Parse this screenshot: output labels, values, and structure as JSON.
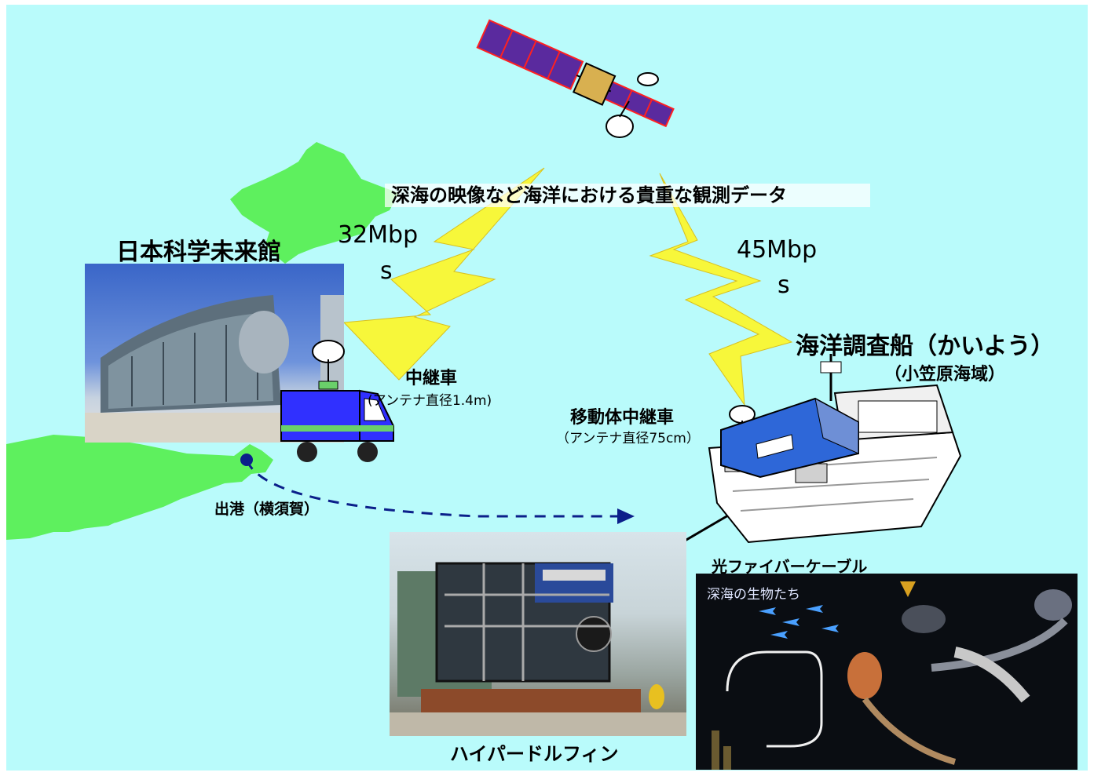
{
  "banner": "深海の映像など海洋における貴重な観測データ",
  "links": {
    "left_rate": "32Mbp",
    "left_rate_suffix": "s",
    "right_rate": "45Mbp",
    "right_rate_suffix": "s"
  },
  "places": {
    "museum": "日本科学未来館",
    "relay_car": "中継車",
    "relay_car_spec": "(アンテナ直径1.4m)",
    "mobile_relay": "移動体中継車",
    "mobile_relay_spec": "（アンテナ直径75cm）",
    "ship": "海洋調査船（かいよう）",
    "ship_area": "（小笠原海域）",
    "departure": "出港（横須賀）",
    "cable": "光ファイバーケーブル",
    "rov": "ハイパードルフィン",
    "deep_sea_title": "深海の生物たち"
  },
  "colors": {
    "background": "#b9fbfb",
    "land": "#5ef05e",
    "lightning": "#f7f73a",
    "van": "#3030ff",
    "route": "#0b1f8a"
  }
}
